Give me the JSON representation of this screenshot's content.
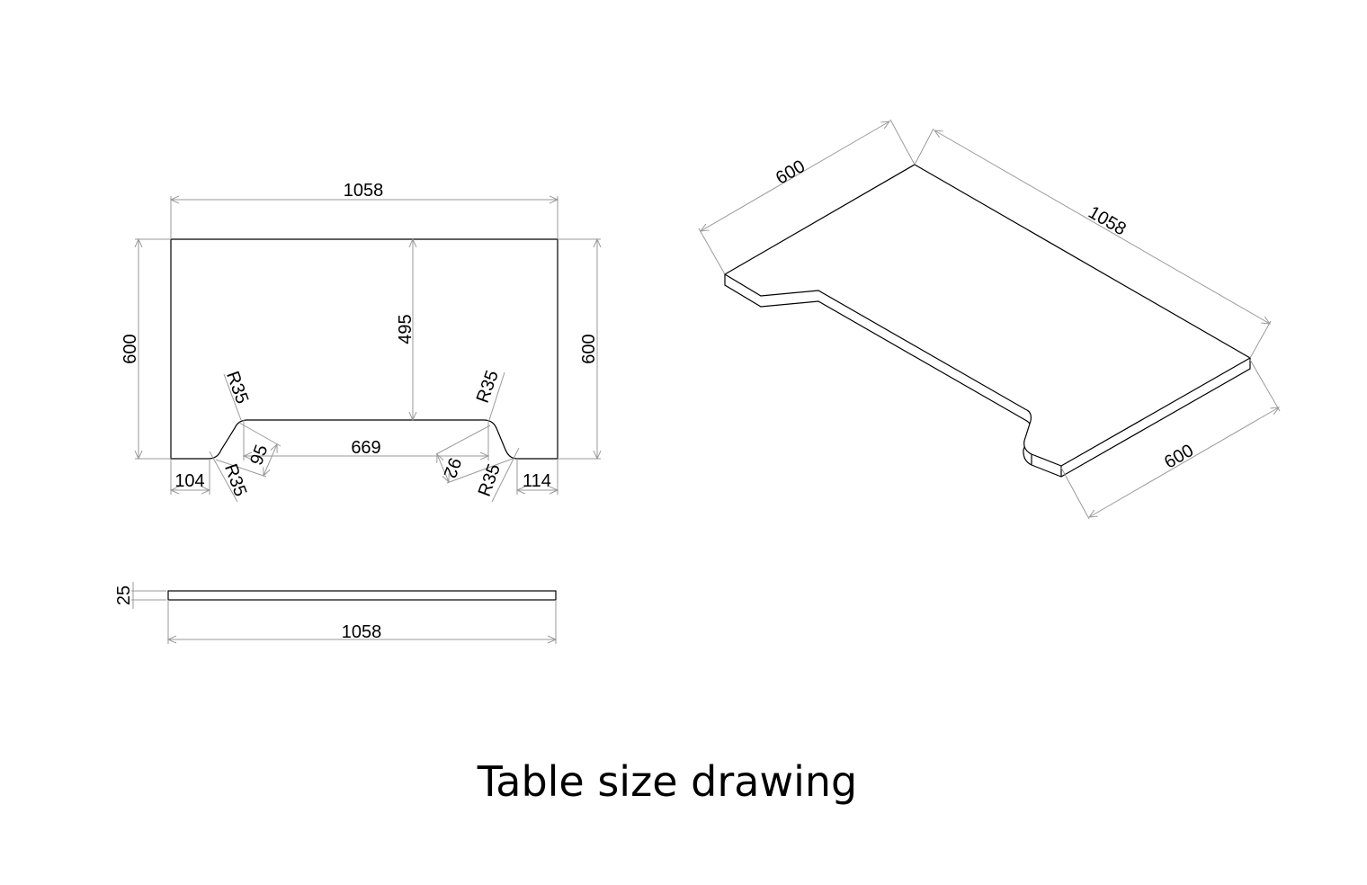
{
  "title": "Table size drawing",
  "top_view": {
    "overall_width": "1058",
    "left_depth": "600",
    "right_depth": "600",
    "inner_depth": "495",
    "cutout_width": "669",
    "left_offset": "104",
    "right_offset": "114",
    "left_slant": "95",
    "right_slant": "92",
    "radius_top_left": "R35",
    "radius_bottom_left": "R35",
    "radius_top_right": "R35",
    "radius_bottom_right": "R35"
  },
  "side_view": {
    "thickness": "25",
    "width": "1058"
  },
  "iso_view": {
    "back_depth": "600",
    "length": "1058",
    "front_depth": "600"
  },
  "colors": {
    "object_line": "#000000",
    "dimension_line": "#9a9a9a",
    "background": "#ffffff"
  }
}
